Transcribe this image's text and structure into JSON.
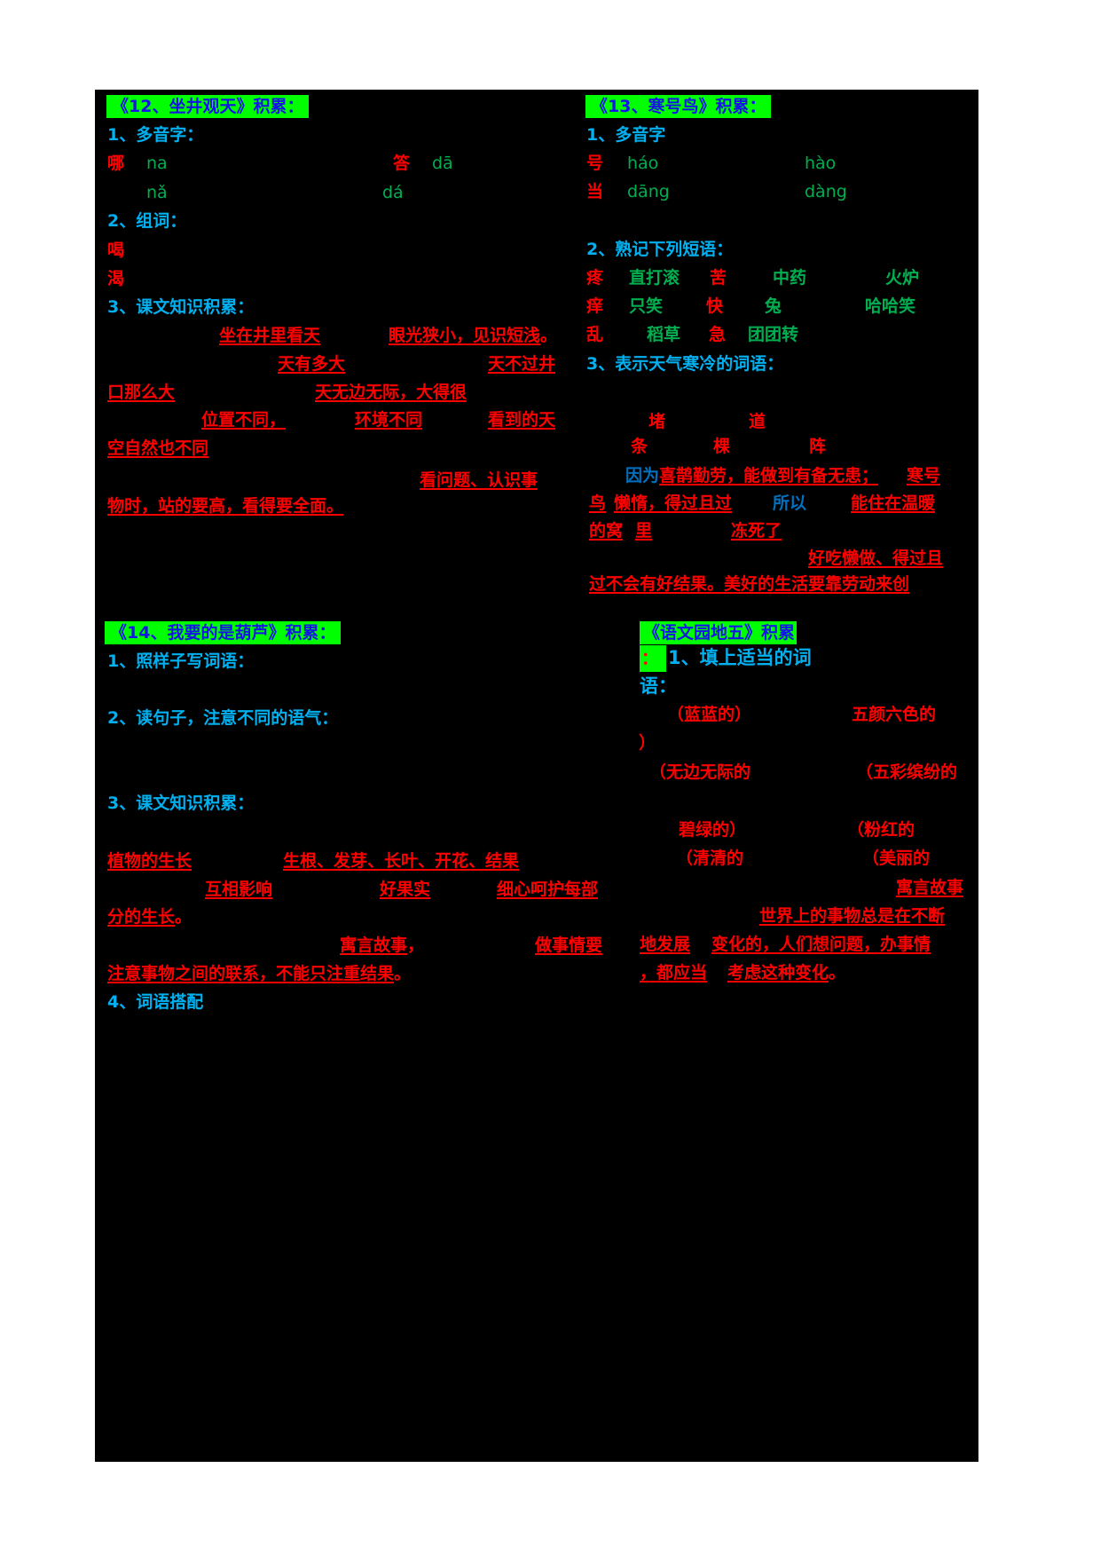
{
  "lesson12": {
    "title": "《12、坐井观天》积累：",
    "s1_heading": "1、多音字：",
    "poly": [
      {
        "char": "哪",
        "r1": "na",
        "r2": "nǎ"
      },
      {
        "char": "答",
        "r1": "dā",
        "r2": "dá"
      }
    ],
    "s2_heading": "2、组词：",
    "zuci": [
      "喝",
      "渴"
    ],
    "s3_heading": "3、课文知识积累：",
    "k": {
      "a1": "坐在井里看天",
      "a2": "眼光狭小，见识短浅",
      "a2_end": "。",
      "b1": "天有多大",
      "b2": "天不过井",
      "c1": "口那么大",
      "c2": "天无边无际，大得很",
      "d1": "位置不同，",
      "d2": "环境不同",
      "d3": "看到的天",
      "e1": "空自然也不同",
      "f1": "看问题、认识事",
      "g1": "物时，站的要高，看得要全面。"
    }
  },
  "lesson13": {
    "title": "《13、寒号鸟》积累：",
    "s1_heading": "1、多音字",
    "poly": [
      {
        "char": "号",
        "r1": "háo",
        "r2": "hào"
      },
      {
        "char": "当",
        "r1": "dāng",
        "r2": "dàng"
      }
    ],
    "s2_heading": "2、熟记下列短语：",
    "phrases": [
      [
        "疼",
        "直打滚",
        "苦",
        "中药",
        "火炉"
      ],
      [
        "痒",
        "只笑",
        "快",
        "兔",
        "哈哈笑"
      ],
      [
        "乱",
        "稻草",
        "急",
        "团团转"
      ]
    ],
    "s3_heading": "3、表示天气寒冷的词语：",
    "measure_row1": [
      "堵",
      "道"
    ],
    "measure_row2": [
      "条",
      "棵",
      "阵"
    ],
    "k": {
      "because": "因为",
      "a1": "喜鹊勤劳，能做到有备无患；",
      "a2": "寒号",
      "b1": "鸟",
      "b2": "懒惰，得过且过",
      "so": "所以",
      "b3": "能住在温暖",
      "c1": "的窝",
      "c2": "里",
      "c3": "冻死了",
      "d1": "好吃懒做、得过且",
      "e1": "过不会有好结果。美好的生活要靠劳动来创"
    }
  },
  "lesson14": {
    "title": "《14、我要的是葫芦》积累：",
    "s1_heading": "1、照样子写词语：",
    "s2_heading": "2、读句子，注意不同的语气：",
    "s3_heading": "3、课文知识积累：",
    "k": {
      "a1": "植物的生长",
      "a2": "生根、发芽、长叶、开花、结果",
      "b1": "互相影响",
      "b2": "好果实",
      "b3": "细心呵护每部",
      "c1": "分的生长",
      "c1_end": "。",
      "d1": "寓言故事",
      "d1_end": "，",
      "d2": "做事情要",
      "e1": "注意事物之间的联系，不能只注重结果",
      "e1_end": "。"
    },
    "s4_heading": "4、词语搭配"
  },
  "garden5": {
    "title": "《语文园地五》积累",
    "title_colon": "：",
    "s1_heading_a": "1、填上适当的词",
    "s1_heading_b": "语：",
    "fill": {
      "a1": "（蓝蓝的）",
      "a2": "五颜六色的",
      "a3": "）",
      "b1": "（无边无际的",
      "b2": "（五彩缤纷的",
      "c1": "碧绿的）",
      "c2": "（粉红的",
      "d1": "（清清的",
      "d2": "（美丽的"
    },
    "k": {
      "a1": "寓言故事",
      "b1": "世界上的事物总是在不断",
      "c1": "地发展",
      "c2": "变化的，人们想问题，办事情",
      "d1": "，都应当",
      "d2": "考虑这种变化",
      "d2_end": "。"
    }
  },
  "colors": {
    "page_bg": "#000000",
    "title_bg": "#00ff00",
    "title_text": "#1414e6",
    "heading": "#00b0f0",
    "answer_red": "#ff0000",
    "pinyin_green": "#00b050",
    "connector_blue": "#0070c0"
  }
}
